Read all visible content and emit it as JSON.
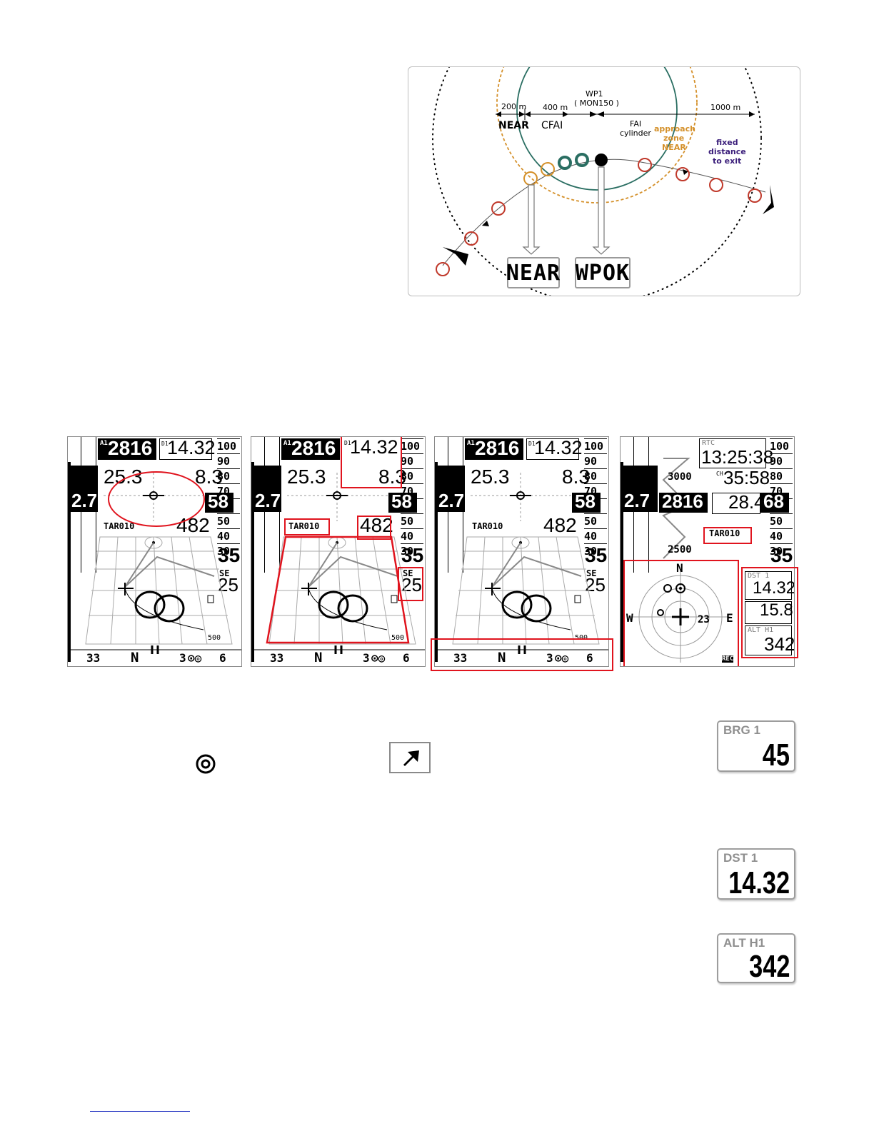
{
  "diagram": {
    "wp_label": "WP1",
    "wp_sub": "( MON150 )",
    "dist_near": "200 m",
    "dist_cfai": "400 m",
    "dist_exit": "1000 m",
    "near_label": "NEAR",
    "cfai_label": "CFAI",
    "fai_label": "FAI",
    "cylinder_label": "cylinder",
    "approach_label": "approach",
    "zone_label": "zone",
    "zone_near_label": "NEAR",
    "fixed_label": "fixed",
    "distance_label": "distance",
    "exit_label": "to exit",
    "lcd_near": "NEAR",
    "lcd_wpok": "WPOK",
    "colors": {
      "orange": "#d4902a",
      "green": "#2a6e62",
      "red": "#c0392b",
      "purple": "#3a1d7a"
    }
  },
  "screens": {
    "alt_prefix": "A1",
    "alt": "2816",
    "dist_prefix": "D1",
    "dist": "14.32",
    "glide_left": "25.3",
    "glide_right": "8.3",
    "vario": "2.7",
    "speed": "58",
    "target": "TAR010",
    "target_alt": "482",
    "right_35": "35",
    "se_label": "SE",
    "se_val": "25",
    "scale_500": "500",
    "scale": [
      "100",
      "90",
      "80",
      "70",
      "60",
      "50",
      "40",
      "30"
    ],
    "compass": [
      "33",
      "N",
      "3",
      "6"
    ],
    "rtc_label": "RTC",
    "rtc": "13:25:38",
    "ch_prefix": "CH",
    "ch": "35:58",
    "glide4": "28.4",
    "speed4": "68",
    "alt4": "2816",
    "tape_3000": "3000",
    "tape_2500": "2500",
    "compass4": {
      "n": "N",
      "w": "W",
      "e": "E",
      "num": "23"
    },
    "field_dst_label": "DST 1",
    "field_dst": "14.32",
    "field_glide": "15.8",
    "field_alt_label": "ALT H1",
    "field_alt": "342",
    "rec": "REC"
  },
  "fields": [
    {
      "label": "BRG 1",
      "value": "45"
    },
    {
      "label": "DST 1",
      "value": "14.32"
    },
    {
      "label": "ALT H1",
      "value": "342"
    }
  ]
}
